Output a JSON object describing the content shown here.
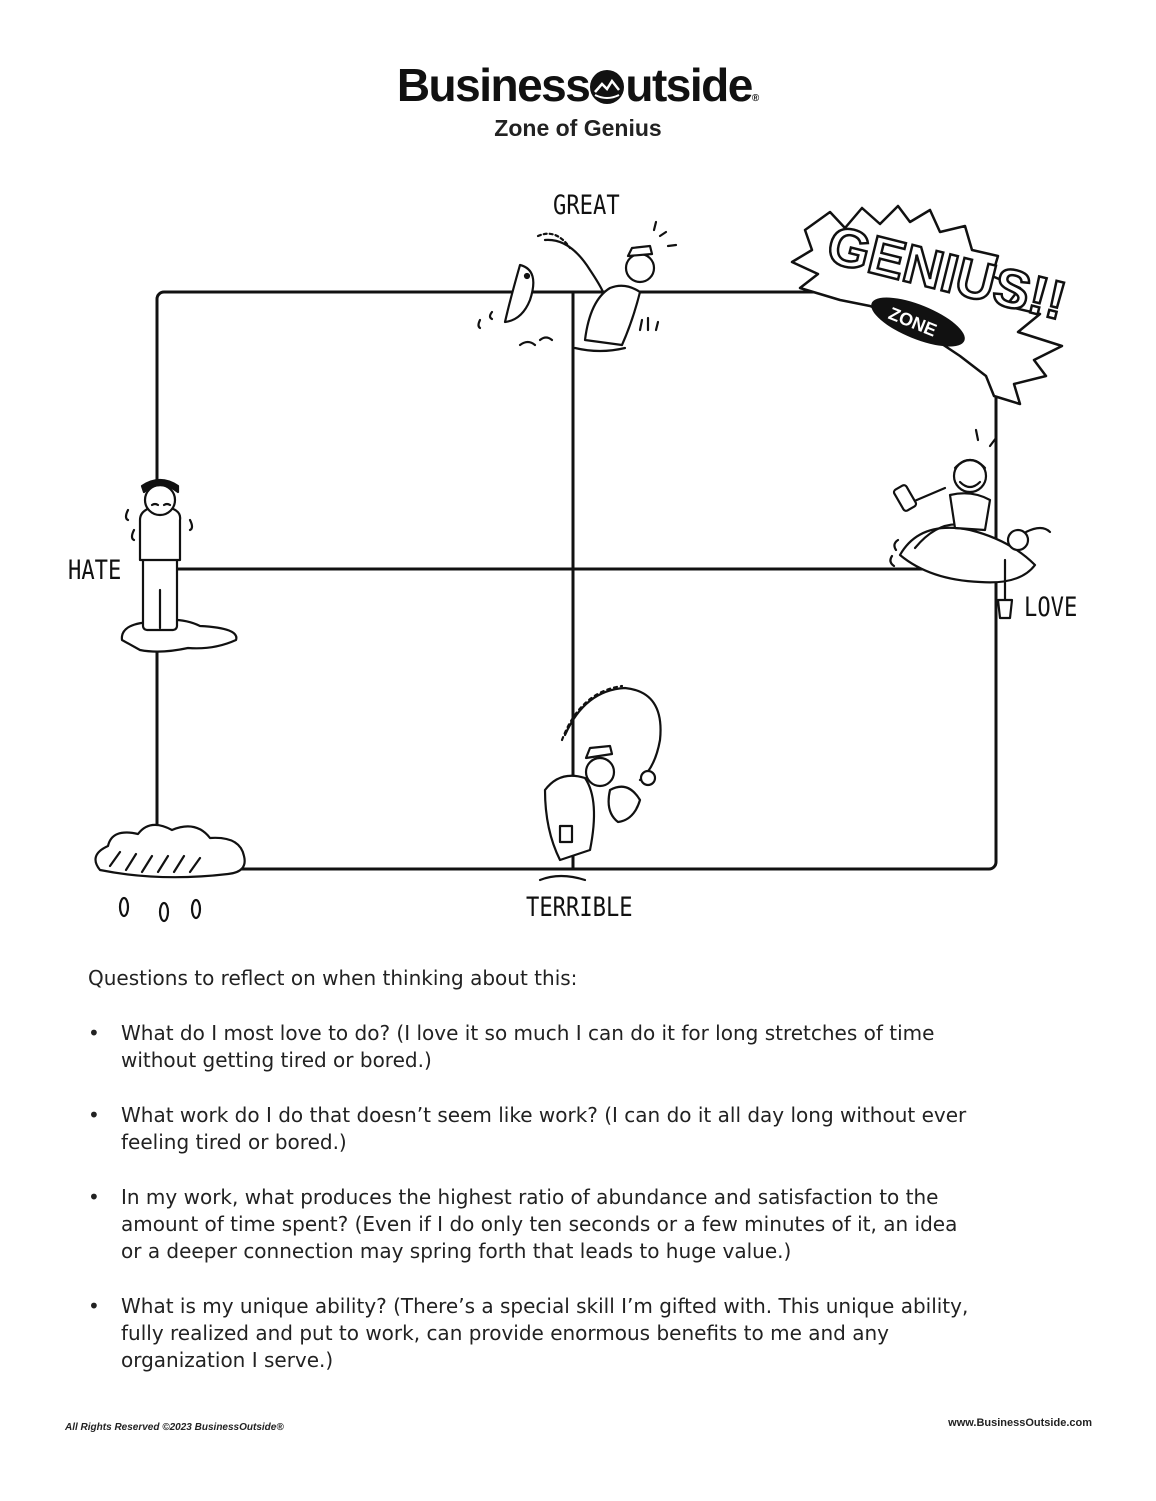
{
  "header": {
    "brand_left": "Business",
    "brand_right": "utside",
    "brand_reg": "®",
    "subtitle": "Zone of Genius"
  },
  "matrix": {
    "label_top": "GREAT",
    "label_bottom": "TERRIBLE",
    "label_left": "HATE",
    "label_right": "LOVE",
    "badge_main": "GENIUS!!",
    "badge_sub": "ZONE"
  },
  "icons": {
    "fisher_catching": "fisherman-catching-fish-icon",
    "sad_person": "sad-person-puddle-icon",
    "rafters": "happy-rafters-icon",
    "struggling": "struggling-fisherman-icon",
    "raincloud": "rain-cloud-icon",
    "genius_badge": "genius-zone-burst-icon"
  },
  "questions": {
    "intro": "Questions to reflect on when thinking about this:",
    "bullet": "•",
    "items": [
      {
        "l1": "What do I most love to do? (I love it so much I can do it for long stretches of time",
        "l2": "without getting tired or bored.)"
      },
      {
        "l1": "What work do I do that doesn’t seem like work? (I can do it all day long without ever",
        "l2": "feeling tired or bored.)"
      },
      {
        "l1": "In my work, what produces the highest ratio of abundance and satisfaction to the",
        "l2": "amount of time spent? (Even if I do only ten seconds or a few minutes of it, an idea",
        "l3": "or a deeper connection may spring forth that leads to huge value.)"
      },
      {
        "l1": "What is my unique ability? (There’s a special skill I’m gifted with. This unique ability,",
        "l2": "fully realized and put to work, can provide enormous benefits to me and any",
        "l3": "organization I serve.)"
      }
    ]
  },
  "footer": {
    "rights": "All Rights Reserved ©2023 BusinessOutside®",
    "website": "www.BusinessOutside.com"
  }
}
